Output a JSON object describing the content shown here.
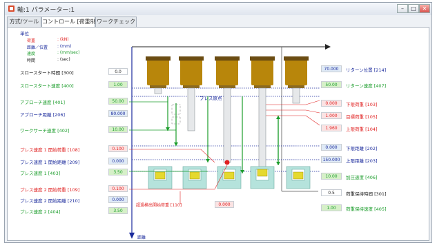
{
  "window": {
    "title": "軸:1 パラメーター:1"
  },
  "tabs": [
    {
      "label": "方式/ツール"
    },
    {
      "label": "コントロール [荷重制]"
    },
    {
      "label": "ワークチェック"
    }
  ],
  "units": {
    "heading": "単位",
    "rows": [
      {
        "name": "荷重",
        "value": ": (kN)",
        "color": "#e02020"
      },
      {
        "name": "距離／位置",
        "value": ": (mm)",
        "color": "#1a2a9c"
      },
      {
        "name": "速度",
        "value": ": (mm/sec)",
        "color": "#1a9c2a"
      },
      {
        "name": "時間",
        "value": ": (sec)",
        "color": "#222222"
      }
    ]
  },
  "left_params": [
    {
      "label": "スロースタート時間 [300]",
      "value": "0.0",
      "color": "#222222",
      "bg": "#ffffff"
    },
    {
      "label": "スロースタート速度 [400]",
      "value": "1.00",
      "color": "#1a9c2a",
      "bg": "#d6f0c8"
    },
    {
      "label": "アプローチ速度 [401]",
      "value": "50.00",
      "color": "#1a9c2a",
      "bg": "#d6f0c8"
    },
    {
      "label": "アプローチ距離 [206]",
      "value": "80.000",
      "color": "#1a2a9c",
      "bg": "#dfeaf6"
    },
    {
      "label": "ワークサーチ速度 [402]",
      "value": "10.00",
      "color": "#1a9c2a",
      "bg": "#d6f0c8"
    },
    {
      "label": "プレス速度 1 開始荷重 [108]",
      "value": "0.100",
      "color": "#e02020",
      "bg": "#fbe3e3"
    },
    {
      "label": "プレス速度 1 開始距離 [209]",
      "value": "0.000",
      "color": "#1a2a9c",
      "bg": "#dfeaf6"
    },
    {
      "label": "プレス速度 1 [403]",
      "value": "3.50",
      "color": "#1a9c2a",
      "bg": "#d6f0c8"
    },
    {
      "label": "プレス速度 2 開始荷重 [109]",
      "value": "0.100",
      "color": "#e02020",
      "bg": "#fbe3e3"
    },
    {
      "label": "プレス速度 2 開始距離 [210]",
      "value": "0.000",
      "color": "#1a2a9c",
      "bg": "#dfeaf6"
    },
    {
      "label": "プレス速度 2 [404]",
      "value": "3.50",
      "color": "#1a9c2a",
      "bg": "#d6f0c8"
    }
  ],
  "right_params": [
    {
      "label": "リターン位置 [214]",
      "value": "70.000",
      "color": "#1a2a9c",
      "bg": "#dfeaf6"
    },
    {
      "label": "リターン速度 [407]",
      "value": "50.00",
      "color": "#1a9c2a",
      "bg": "#d6f0c8"
    },
    {
      "label": "下限荷重 [103]",
      "value": "0.000",
      "color": "#e02020",
      "bg": "#fbe3e3"
    },
    {
      "label": "目標荷重 [105]",
      "value": "1.000",
      "color": "#e02020",
      "bg": "#fbe3e3"
    },
    {
      "label": "上限荷重 [104]",
      "value": "1.960",
      "color": "#e02020",
      "bg": "#fbe3e3"
    },
    {
      "label": "下限距離 [202]",
      "value": "0.000",
      "color": "#1a2a9c",
      "bg": "#dfeaf6"
    },
    {
      "label": "上限距離 [203]",
      "value": "150.000",
      "color": "#1a2a9c",
      "bg": "#dfeaf6"
    },
    {
      "label": "加圧速度 [406]",
      "value": "10.00",
      "color": "#1a9c2a",
      "bg": "#d6f0c8"
    },
    {
      "label": "荷重保持時間 [301]",
      "value": "0.5",
      "color": "#222222",
      "bg": "#ffffff"
    },
    {
      "label": "荷重保持速度 [405]",
      "value": "1.00",
      "color": "#1a9c2a",
      "bg": "#d6f0c8"
    }
  ],
  "bottom_param": {
    "label": "超過検出開始荷重 [110]",
    "value": "0.000",
    "color": "#e02020",
    "bg": "#fbe3e3"
  },
  "diagram": {
    "press_origin_label": "プレス原点",
    "distance_axis_label": "距離"
  },
  "colors": {
    "green": "#1a9c2a",
    "blue": "#1a2a9c",
    "red": "#e02020",
    "press_body": "#b8860b",
    "work": "#b5e3dc",
    "work_part": "#e5d92e"
  }
}
